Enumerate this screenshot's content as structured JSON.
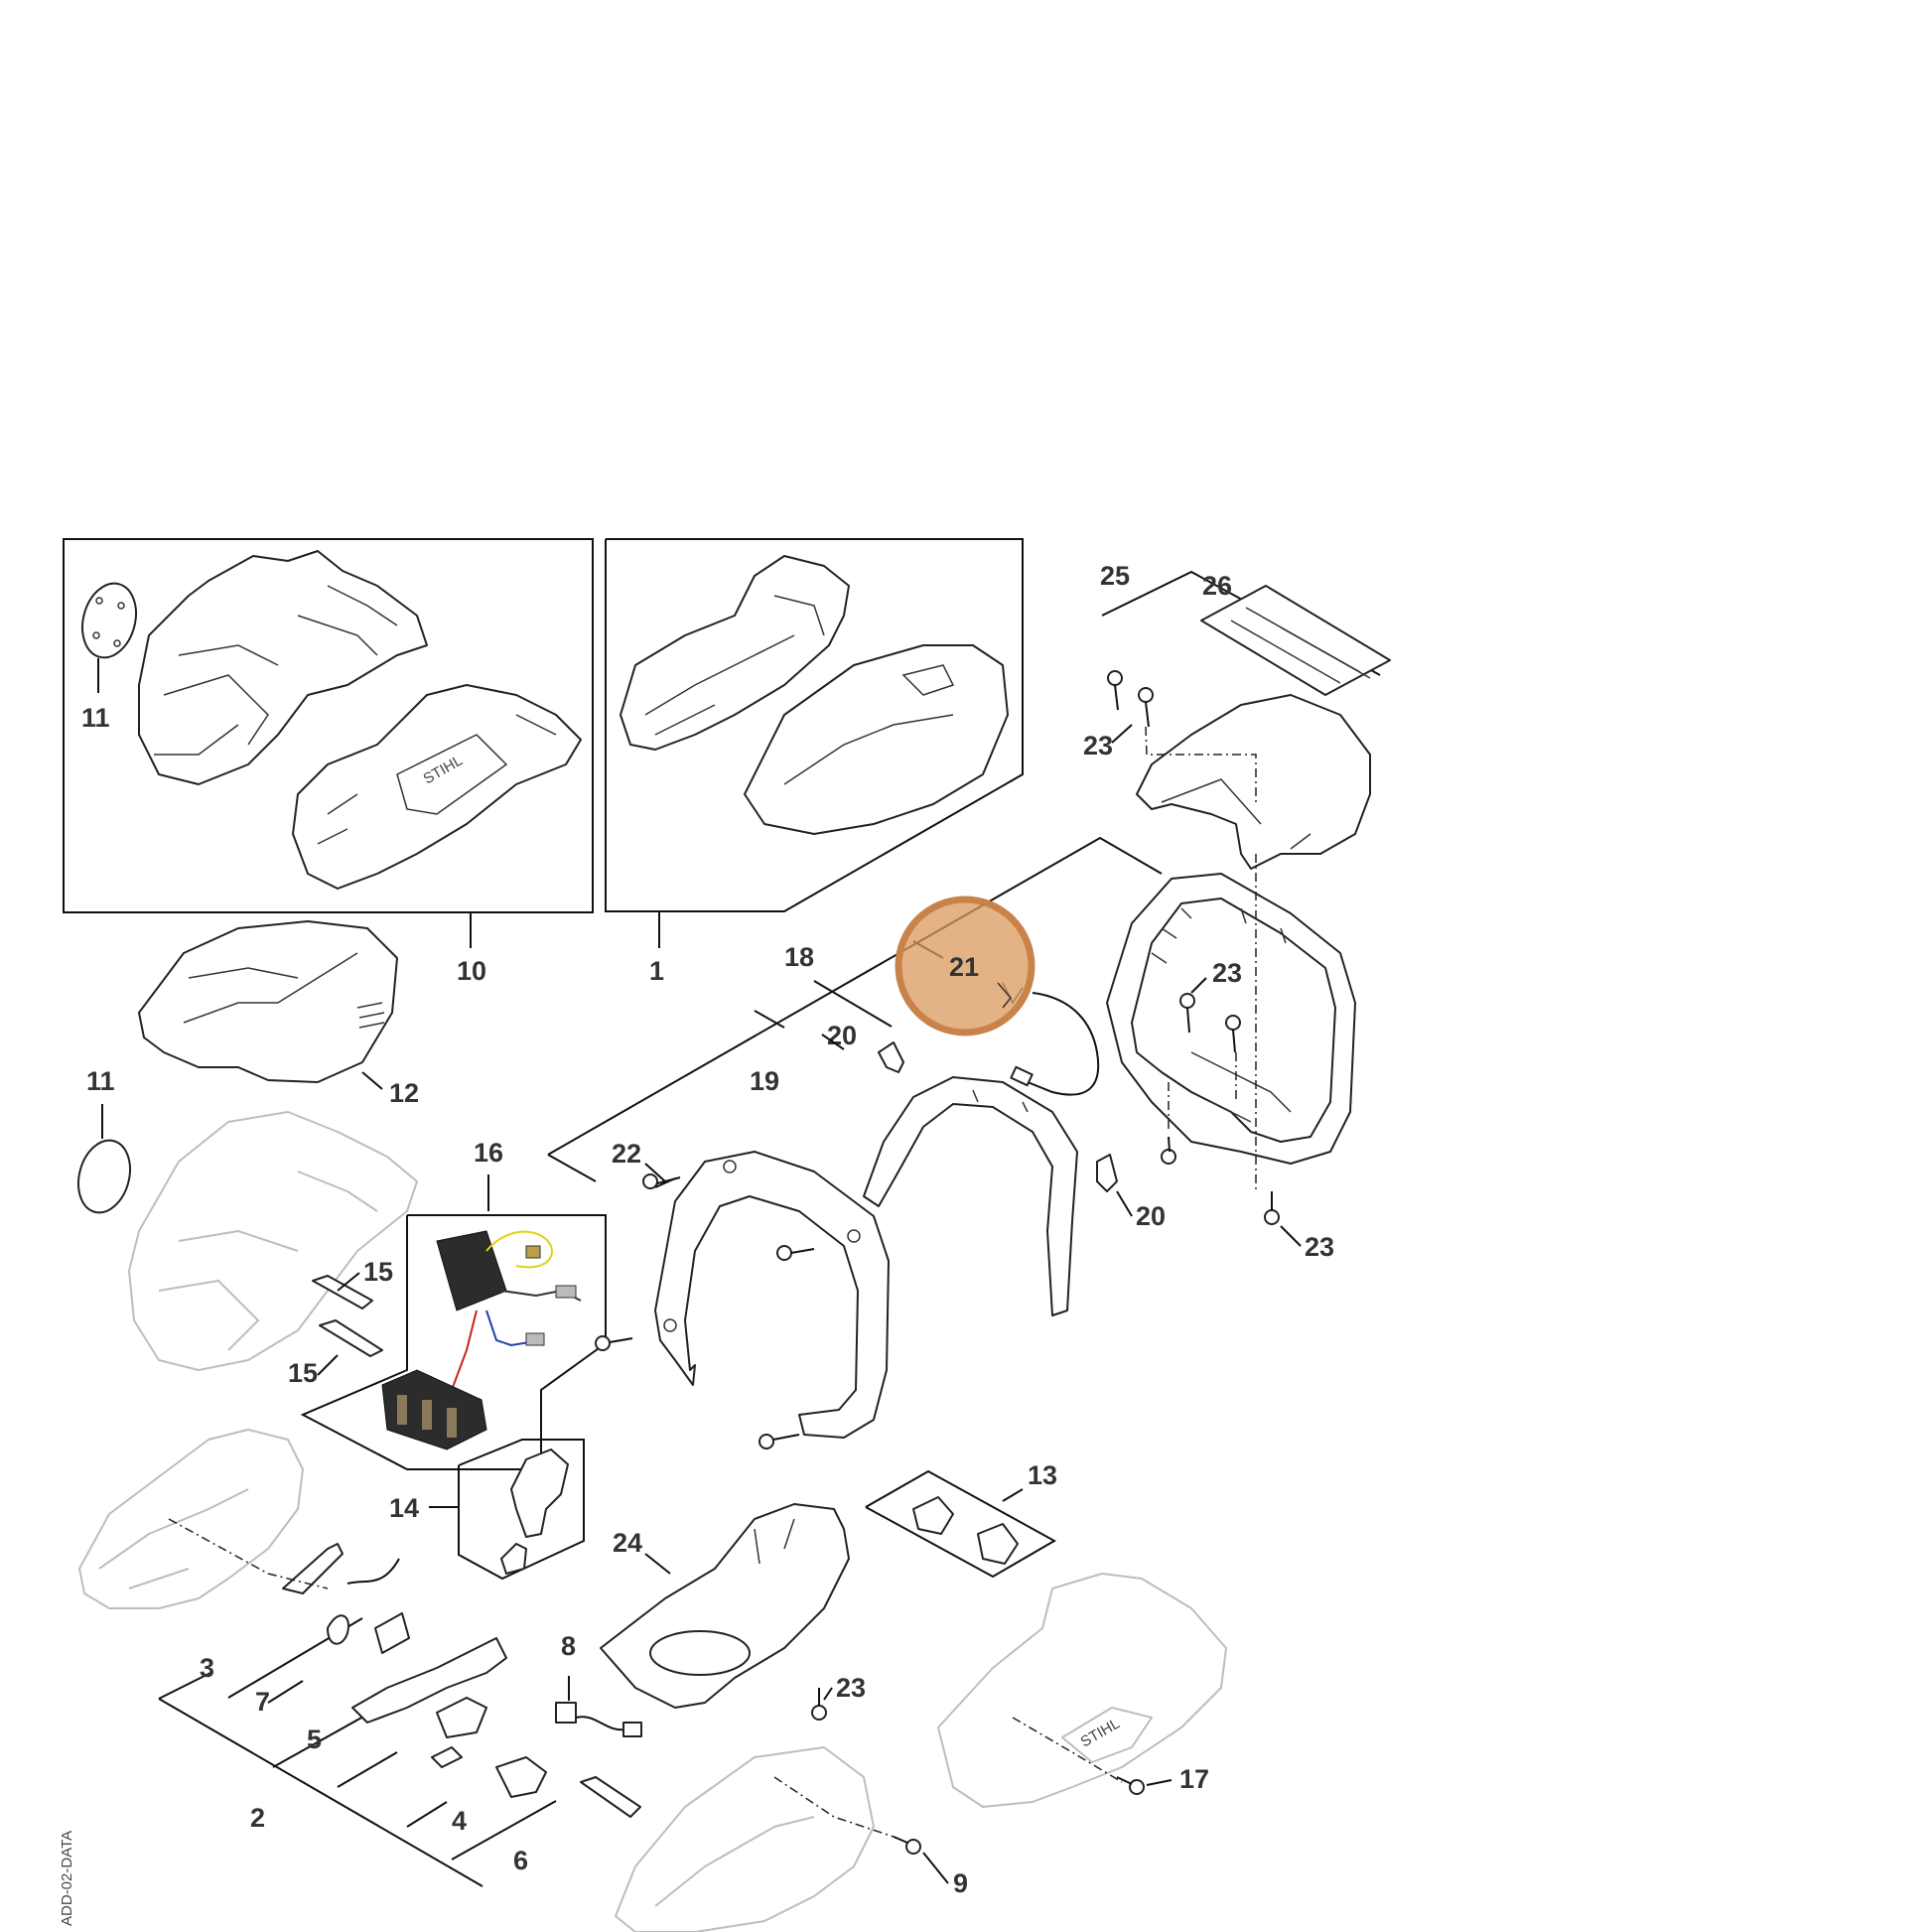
{
  "diagram": {
    "part_labels": [
      {
        "id": "10",
        "text": "10"
      },
      {
        "id": "1",
        "text": "1"
      },
      {
        "id": "11a",
        "text": "11"
      },
      {
        "id": "11b",
        "text": "11"
      },
      {
        "id": "12",
        "text": "12"
      },
      {
        "id": "25",
        "text": "25"
      },
      {
        "id": "26",
        "text": "26"
      },
      {
        "id": "23a",
        "text": "23"
      },
      {
        "id": "23b",
        "text": "23"
      },
      {
        "id": "23c",
        "text": "23"
      },
      {
        "id": "23d",
        "text": "23"
      },
      {
        "id": "18",
        "text": "18"
      },
      {
        "id": "21",
        "text": "21"
      },
      {
        "id": "20a",
        "text": "20"
      },
      {
        "id": "20b",
        "text": "20"
      },
      {
        "id": "19",
        "text": "19"
      },
      {
        "id": "22",
        "text": "22"
      },
      {
        "id": "16",
        "text": "16"
      },
      {
        "id": "15a",
        "text": "15"
      },
      {
        "id": "15b",
        "text": "15"
      },
      {
        "id": "14",
        "text": "14"
      },
      {
        "id": "13",
        "text": "13"
      },
      {
        "id": "24",
        "text": "24"
      },
      {
        "id": "8",
        "text": "8"
      },
      {
        "id": "3",
        "text": "3"
      },
      {
        "id": "7",
        "text": "7"
      },
      {
        "id": "5",
        "text": "5"
      },
      {
        "id": "2",
        "text": "2"
      },
      {
        "id": "4",
        "text": "4"
      },
      {
        "id": "6",
        "text": "6"
      },
      {
        "id": "17",
        "text": "17"
      },
      {
        "id": "9",
        "text": "9"
      }
    ],
    "brand_mark": "STIHL",
    "highlight": {
      "part": "21",
      "color": "#d9995e",
      "border": "#c9834a"
    },
    "side_code": "ADD-02-DATA"
  }
}
